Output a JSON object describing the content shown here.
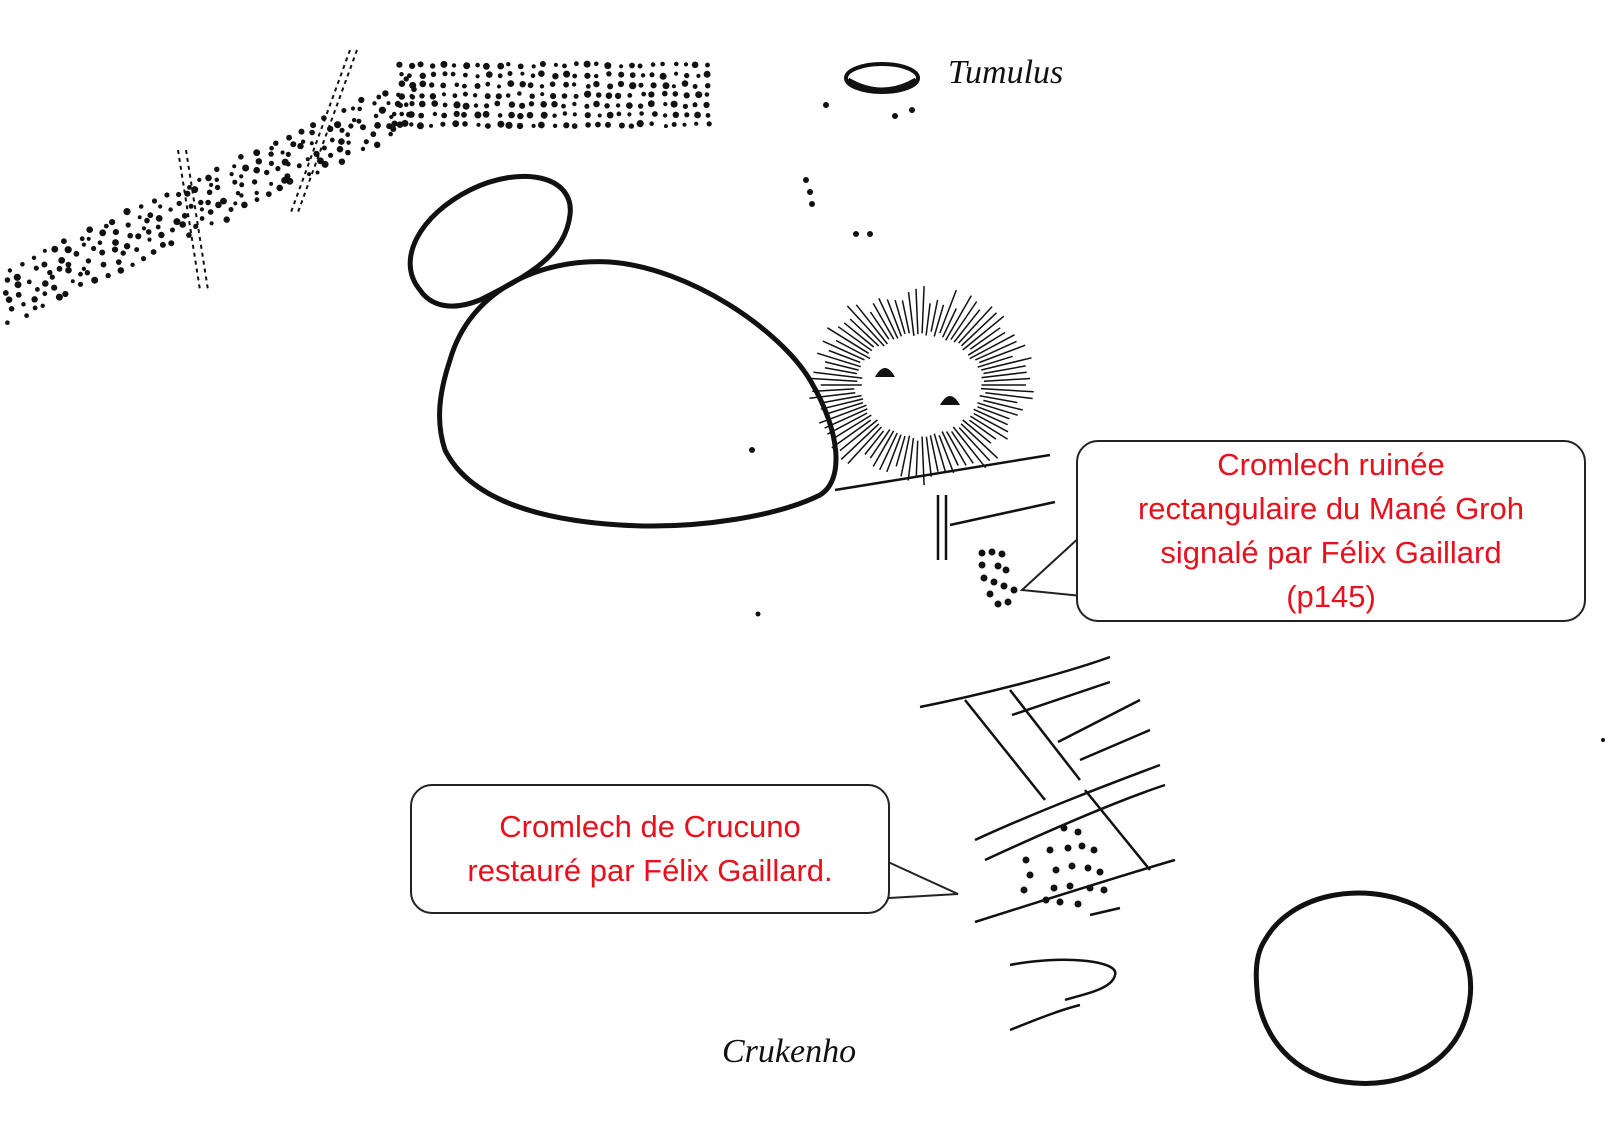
{
  "map": {
    "labels": {
      "tumulus": "Tumulus",
      "crukenho": "Crukenho"
    },
    "callouts": {
      "mane_groh": {
        "lines": [
          "Cromlech ruinée",
          "rectangulaire du Mané Groh",
          "signalé par Félix Gaillard",
          "(p145)"
        ]
      },
      "crucuno": {
        "lines": [
          "Cromlech de Crucuno",
          "restauré par Félix Gaillard."
        ]
      }
    }
  },
  "colors": {
    "callout_text": "#e8101c",
    "ink": "#111111"
  }
}
